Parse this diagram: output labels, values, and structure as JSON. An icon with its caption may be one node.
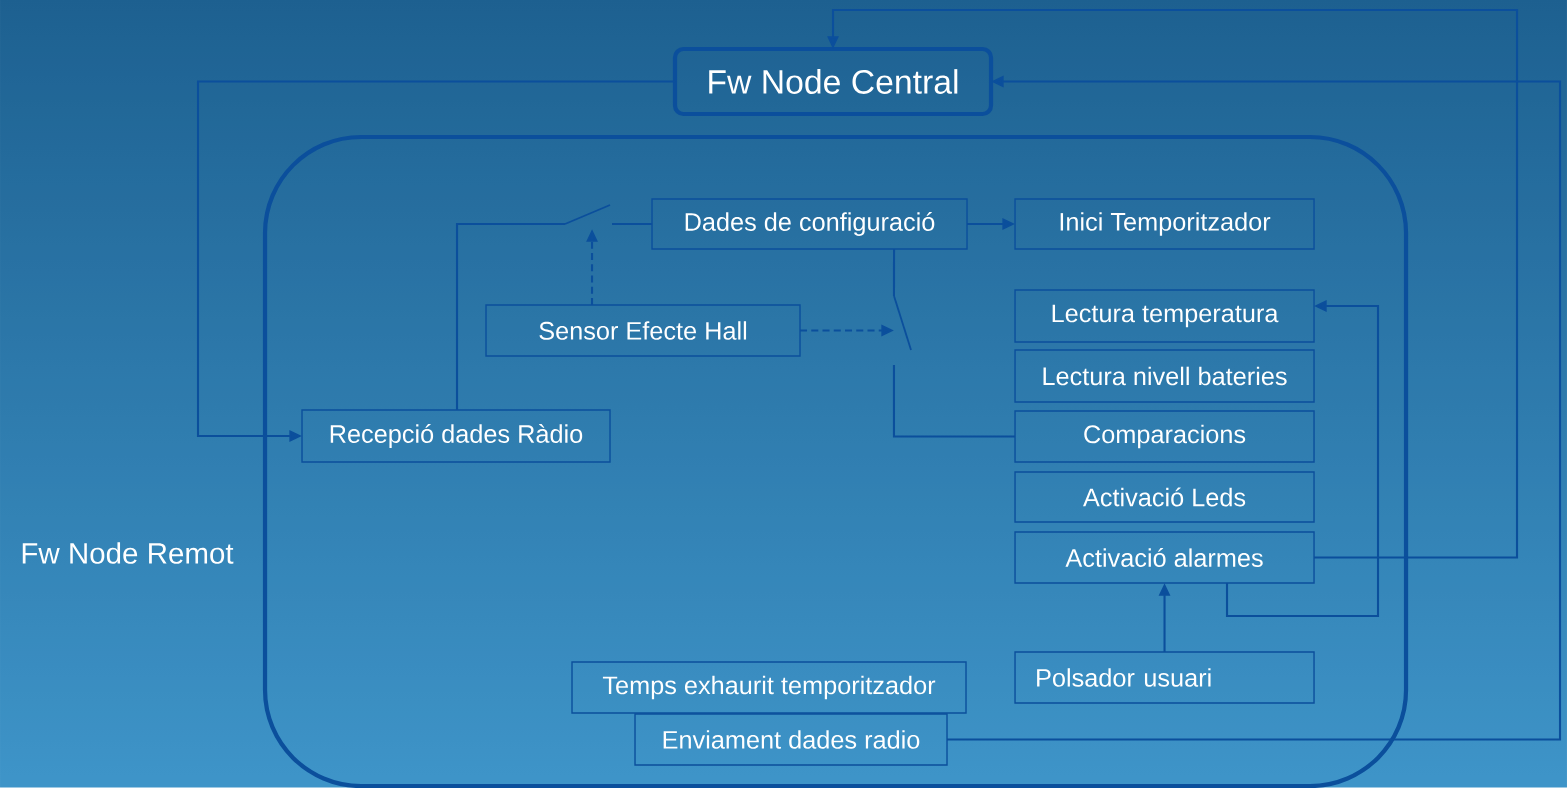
{
  "diagram": {
    "nodes": [
      {
        "text": [
          "Fw Node Central"
        ]
      },
      {
        "text": [
          "Fw Node Remot"
        ]
      },
      {
        "text": [
          "Dades de configuració"
        ],
        "in": 1
      },
      {
        "text": [
          "Inici Temporitzador"
        ],
        "in": 1
      },
      {
        "text": [
          "Sensor Efecte Hall"
        ],
        "in": 1
      },
      {
        "text": [
          "Recepció dades Ràdio"
        ],
        "in": 1
      },
      {
        "text": [
          "Lectura temperatura"
        ],
        "in": 1
      },
      {
        "text": [
          "Lectura nivell bateries"
        ],
        "in": 1
      },
      {
        "text": [
          "Comparacions"
        ],
        "in": 1
      },
      {
        "text": [
          "Activació Leds"
        ],
        "in": 1
      },
      {
        "text": [
          "Activació alarmes"
        ],
        "in": 1
      },
      {
        "text": [
          "Temps exhaurit temporitzador"
        ],
        "in": 1
      },
      {
        "text": [
          "Enviament dades radio"
        ],
        "in": 1
      },
      {
        "text": [
          "Polsador usuari"
        ],
        "in": 1
      },
      {
        "text": [],
        "shape": "switch",
        "in": 1
      },
      {
        "text": [],
        "shape": "switch",
        "in": 1
      }
    ],
    "edges": [
      {
        "from": 5,
        "to": 14,
        "arrow": "none"
      },
      {
        "from": 14,
        "to": 2,
        "arrow": "none"
      },
      {
        "from": 4,
        "to": 14,
        "arrow": "to",
        "style": "dashed"
      },
      {
        "from": 2,
        "to": 3,
        "arrow": "to"
      },
      {
        "from": 2,
        "to": 15,
        "arrow": "none"
      },
      {
        "from": 4,
        "to": 15,
        "arrow": "to",
        "style": "dashed"
      },
      {
        "from": 15,
        "to": 8,
        "arrow": "none"
      },
      {
        "from": 13,
        "to": 10,
        "arrow": "to"
      },
      {
        "from": 10,
        "to": 6,
        "arrow": "to"
      },
      {
        "from": 10,
        "to": 0,
        "arrow": "to"
      },
      {
        "from": 0,
        "to": 5,
        "arrow": "to"
      },
      {
        "from": 12,
        "to": 0,
        "arrow": "to"
      }
    ]
  }
}
